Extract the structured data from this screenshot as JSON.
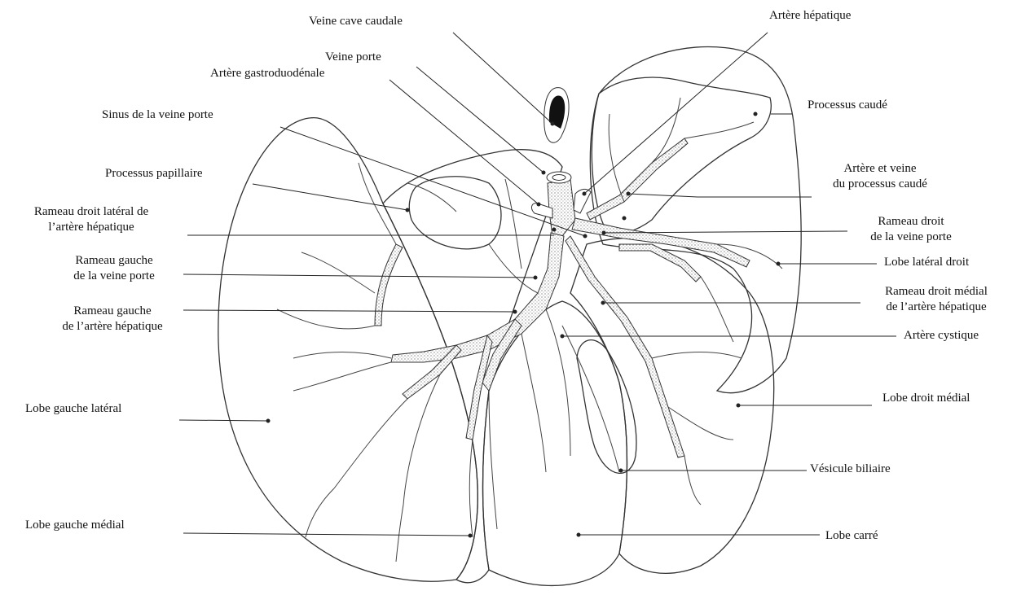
{
  "labels": {
    "veine_cave_caudale": "Veine cave caudale",
    "artere_hepatique": "Artère hépatique",
    "veine_porte": "Veine porte",
    "artere_gastroduodenale": "Artère gastroduodénale",
    "processus_caude": "Processus caudé",
    "sinus_veine_porte": "Sinus de la veine porte",
    "processus_papillaire": "Processus papillaire",
    "artere_veine_processus_caude": [
      "Artère et veine",
      "du processus caudé"
    ],
    "rameau_droit_lateral_artere": [
      "Rameau droit latéral de",
      "l’artère hépatique"
    ],
    "rameau_droit_veine_porte": [
      "Rameau droit",
      "de la veine porte"
    ],
    "lobe_lateral_droit": "Lobe latéral droit",
    "rameau_gauche_veine_porte": [
      "Rameau gauche",
      "de la veine porte"
    ],
    "rameau_droit_medial_artere": [
      "Rameau droit médial",
      "de l’artère hépatique"
    ],
    "rameau_gauche_artere": [
      "Rameau gauche",
      "de l’artère hépatique"
    ],
    "artere_cystique": "Artère cystique",
    "lobe_droit_medial": "Lobe droit médial",
    "lobe_gauche_lateral": "Lobe gauche latéral",
    "vesicule_biliaire": "Vésicule biliaire",
    "lobe_gauche_medial": "Lobe gauche médial",
    "lobe_carre": "Lobe carré"
  }
}
